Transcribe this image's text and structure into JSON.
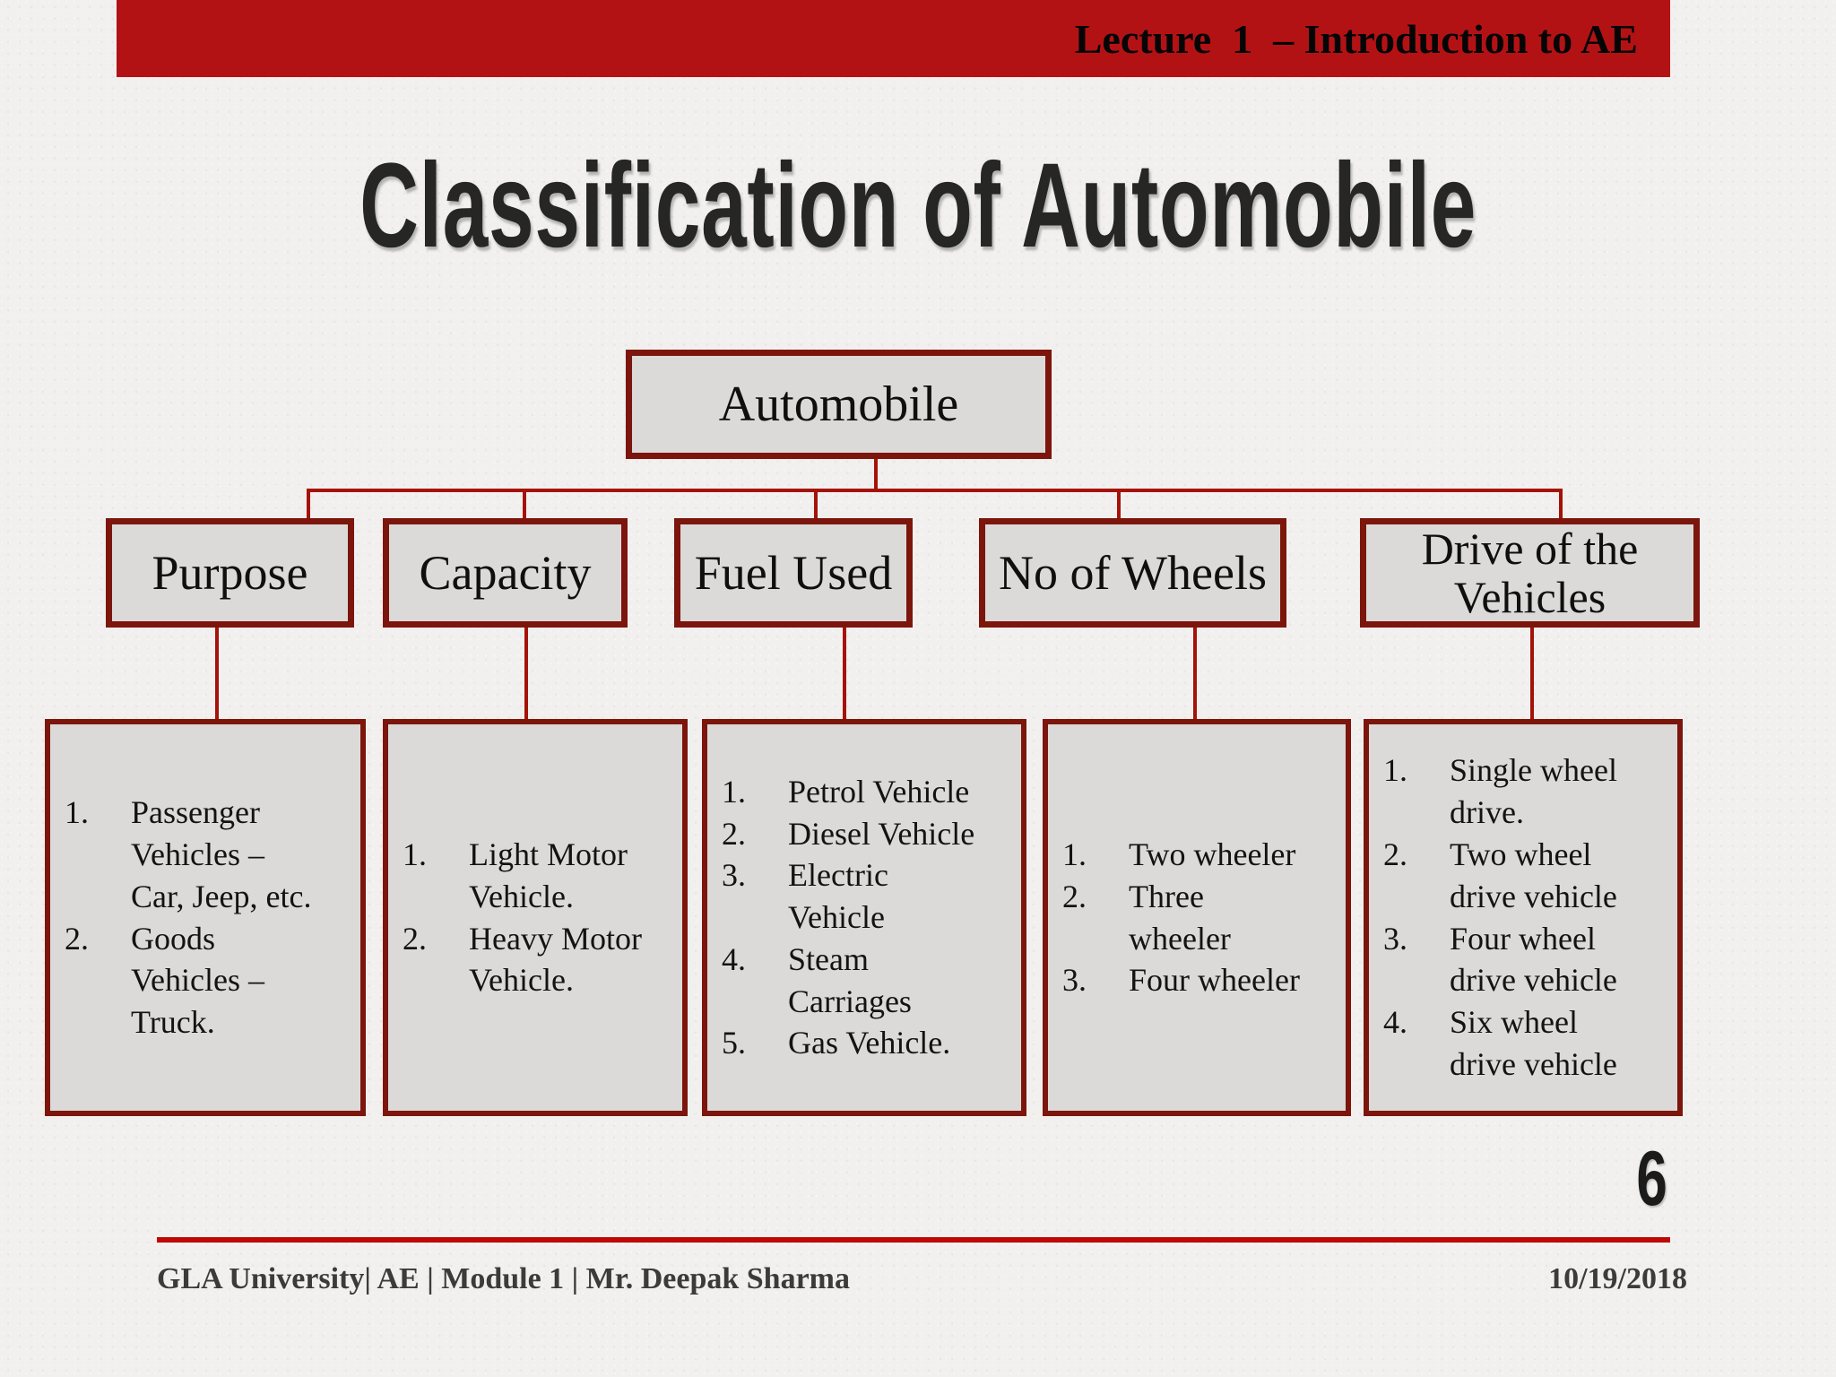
{
  "banner": {
    "text": "Lecture  1  – Introduction to AE"
  },
  "title": "Classification of Automobile",
  "tree": {
    "root": "Automobile",
    "branches": [
      {
        "label": "Purpose",
        "items": [
          "Passenger\nVehicles –\nCar, Jeep, etc.",
          "Goods\nVehicles –\nTruck."
        ]
      },
      {
        "label": "Capacity",
        "items": [
          "Light Motor\nVehicle.",
          "Heavy Motor\nVehicle."
        ]
      },
      {
        "label": "Fuel Used",
        "items": [
          "Petrol Vehicle",
          "Diesel Vehicle",
          "Electric\nVehicle",
          "Steam\nCarriages",
          "Gas Vehicle."
        ]
      },
      {
        "label": "No of Wheels",
        "items": [
          "Two wheeler",
          "Three\nwheeler",
          "Four wheeler"
        ]
      },
      {
        "label": "Drive of the\nVehicles",
        "items": [
          "Single wheel\ndrive.",
          "Two wheel\ndrive vehicle",
          "Four wheel\ndrive vehicle",
          "Six wheel\ndrive vehicle"
        ]
      }
    ]
  },
  "page_number": "6",
  "footer": {
    "left": "GLA University| AE | Module 1 | Mr. Deepak Sharma",
    "right": "10/19/2018"
  },
  "colors": {
    "banner_red": "#b31215",
    "box_border_maroon": "#7c150c",
    "connector_red": "#a51208",
    "box_fill": "#dbdad8",
    "footer_rule_red": "#c10606",
    "background": "#f1f0ee"
  }
}
